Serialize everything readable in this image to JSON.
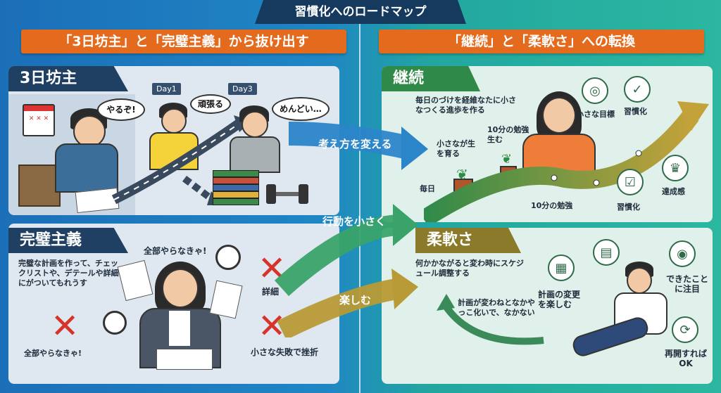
{
  "title": "習慣化へのロードマップ",
  "left_banner": "「3日坊主」と「完璧主義」から抜け出す",
  "right_banner": "「継続」と「柔軟さ」への転換",
  "mikka": {
    "heading": "3日坊主",
    "bubble1": "やるぞ!",
    "bubble2": "頑張る",
    "bubble3": "めんどい…",
    "day1": "Day1",
    "day3": "Day3"
  },
  "kanpeki": {
    "heading": "完璧主義",
    "desc": "完璧な計画を作って、チェックリストや、デテールや詳細にがついてもれうす",
    "shout": "全部やらなきゃ!",
    "bottom_left": "全部やらなきゃ!",
    "x_label1": "詳細",
    "x_label2": "小さな失敗で挫折"
  },
  "arrows": {
    "a1": "考え方を変える",
    "a2": "行動を小さく",
    "a3": "楽しむ"
  },
  "keizoku": {
    "heading": "継続",
    "desc": "毎日のづけを経維なたに小さなつくる進歩を作る",
    "plant1": "小さなが生を育る",
    "plant2": "10分の勉強生む",
    "mainichi": "毎日",
    "study": "10分の勉強",
    "goal": "小さな目標",
    "habit_top": "習慣化",
    "habit_bottom": "習慣化",
    "achieve": "達成感"
  },
  "juunan": {
    "heading": "柔軟さ",
    "desc": "何かかながると変わ時にスケジュール調整する",
    "change_plan": "計画の変更を楽しむ",
    "curve_text": "計画が変わねとなかやっこ化いで、なかない",
    "focus": "できたことに注目",
    "restart": "再開すればOK"
  },
  "colors": {
    "orange": "#e46a1e",
    "navy": "#1f3f63",
    "green": "#2f8a4a",
    "olive": "#8a7a2a"
  }
}
